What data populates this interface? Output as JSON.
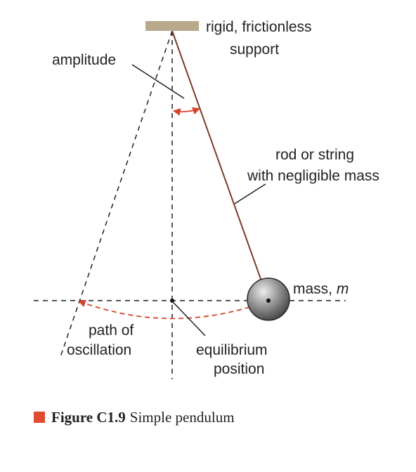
{
  "labels": {
    "support_line1": "rigid, frictionless",
    "support_line2": "support",
    "amplitude": "amplitude",
    "rod_line1": "rod or string",
    "rod_line2": "with negligible mass",
    "mass_prefix": "mass, ",
    "mass_symbol": "m",
    "path_line1": "path of",
    "path_line2": "oscillation",
    "equilibrium_line1": "equilibrium",
    "equilibrium_line2": "position"
  },
  "caption": {
    "label": "Figure C1.9",
    "text": "Simple pendulum"
  },
  "colors": {
    "support": "#b8a98a",
    "rod": "#7a3b2a",
    "arrow": "#d9402b",
    "caption_marker": "#e04a2e",
    "text": "#231f20"
  }
}
